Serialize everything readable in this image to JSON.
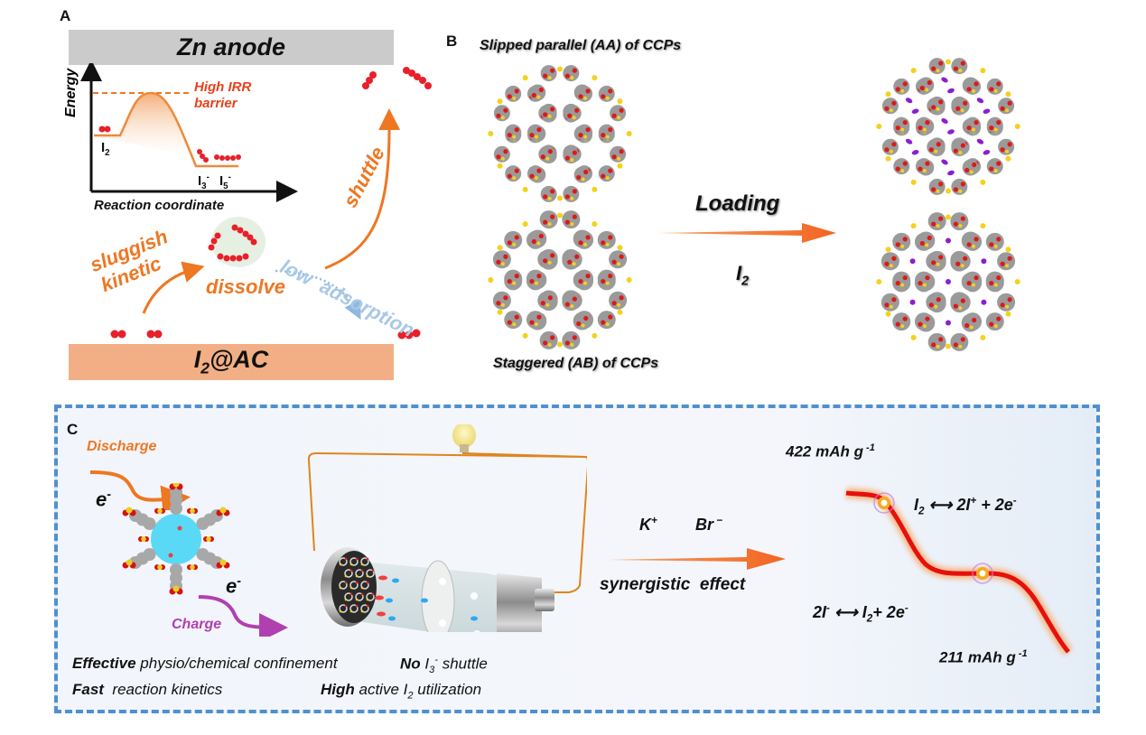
{
  "panel_a": {
    "letter": "A",
    "top_box": "Zn anode",
    "bottom_box": "I2@AC",
    "bottom_box_parts": {
      "main": "I",
      "sub": "2",
      "rest": "@AC"
    },
    "energy_axis_label": "Energy",
    "x_axis_label": "Reaction coordinate",
    "barrier_label_line1": "High IRR",
    "barrier_label_line2": "barrier",
    "reactant_label": {
      "main": "I",
      "sub": "2"
    },
    "product_labels": [
      {
        "main": "I",
        "sub": "3",
        "sup": "-"
      },
      {
        "main": "I",
        "sub": "5",
        "sup": "-"
      }
    ],
    "arrow_labels": {
      "sluggish_line1": "sluggish",
      "sluggish_line2": "kinetic",
      "dissolve": "dissolve",
      "shuttle": "shuttle",
      "low_adsorption": "low  adsorption"
    },
    "colors": {
      "top_box": "#cbcbcb",
      "bottom_box": "#f2af85",
      "orange": "#ee7722",
      "barrier_red": "#e8401c",
      "blue": "#a9c8e6",
      "iodine": "#e8202a"
    }
  },
  "panel_b": {
    "letter": "B",
    "top_caption": "Slipped parallel (AA) of CCPs",
    "bottom_caption": "Staggered (AB) of CCPs",
    "arrow_label_top": "Loading",
    "arrow_label_bottom": {
      "main": "I",
      "sub": "2"
    },
    "colors": {
      "framework_gray": "#9a9a9a",
      "oxygen_red": "#e01818",
      "sulfur_yellow": "#f2d21c",
      "iodine_purple": "#8a1fd0",
      "arrow": "#f26522"
    }
  },
  "panel_c": {
    "letter": "C",
    "discharge_label": "Discharge",
    "charge_label": "Charge",
    "electron_label": {
      "main": "e",
      "sup": "-"
    },
    "features": {
      "row1_left_bold": "Effective",
      "row1_left_rest": " physio/chemical confinement",
      "row1_right_bold": "No",
      "row1_right_species": {
        "main": "I",
        "sub": "3",
        "sup": "-"
      },
      "row1_right_rest": " shuttle",
      "row2_left_bold": "Fast",
      "row2_left_rest": "  reaction kinetics",
      "row2_right_bold": "High",
      "row2_right_pre": " active ",
      "row2_right_species": {
        "main": "I",
        "sub": "2"
      },
      "row2_right_rest": " utilization"
    },
    "additives": {
      "cation": {
        "main": "K",
        "sup": "+"
      },
      "anion": {
        "main": "Br",
        "sup": " −"
      }
    },
    "arrow_label": "synergistic  effect",
    "capacity_high": {
      "value": "422 mAh g",
      "sup": " -1"
    },
    "capacity_low": {
      "value": "211 mAh g",
      "sup": " -1"
    },
    "reaction_upper": {
      "lhs": {
        "main": "I",
        "sub": "2"
      },
      "arrow": "⟷",
      "rhs": "2I",
      "rhs_sup": "+",
      "rhs_tail": " + 2e",
      "rhs_tail_sup": "-"
    },
    "reaction_lower": {
      "lhs": "2I",
      "lhs_sup": "-",
      "arrow": "⟷",
      "rhs": {
        "main": "I",
        "sub": "2"
      },
      "rhs_tail": "+ 2e",
      "rhs_tail_sup": "-"
    },
    "colors": {
      "border": "#4f90cf",
      "discharge": "#ee7722",
      "charge": "#b040b0",
      "curve": "#e8100a",
      "curve_glow": "#f8c090",
      "wire": "#e0841c"
    }
  }
}
